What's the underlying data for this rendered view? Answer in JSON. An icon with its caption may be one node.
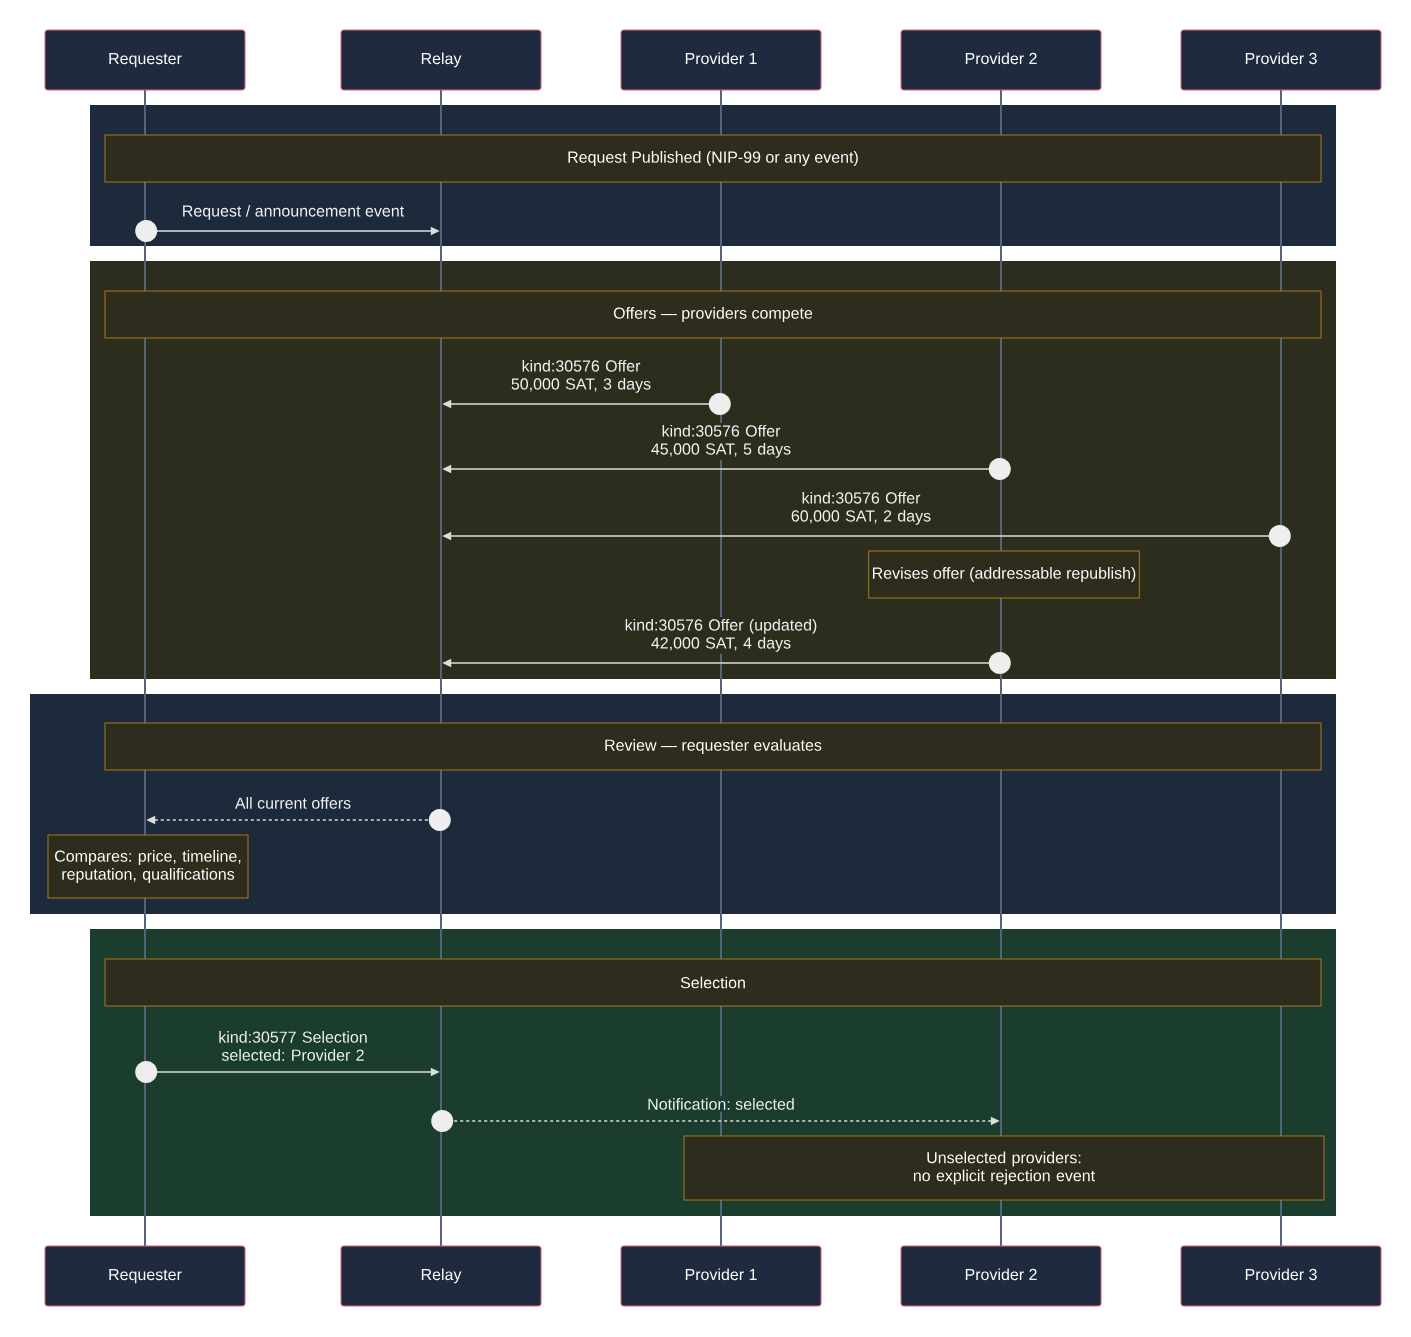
{
  "diagram": {
    "nodes": [
      {
        "text": [
          "Requester"
        ]
      },
      {
        "text": [
          "Relay"
        ]
      },
      {
        "text": [
          "Provider 1"
        ]
      },
      {
        "text": [
          "Provider 2"
        ]
      },
      {
        "text": [
          "Provider 3"
        ]
      },
      {
        "text": [],
        "shape": "bar"
      },
      {
        "text": [],
        "shape": "bar"
      },
      {
        "text": [],
        "shape": "bar"
      },
      {
        "text": [],
        "shape": "bar"
      },
      {
        "text": [],
        "shape": "bar"
      },
      {
        "text": [
          "Request Published (NIP-99 or any event)"
        ]
      },
      {
        "text": [
          "Offers — providers compete"
        ]
      },
      {
        "text": [
          "Revises offer (addressable republish)"
        ]
      },
      {
        "text": [
          "Review — requester evaluates"
        ]
      },
      {
        "text": [
          "Compares: price, timeline, reputation, qualifications"
        ]
      },
      {
        "text": [
          "Selection"
        ]
      },
      {
        "text": [
          "Unselected providers: no explicit rejection event"
        ]
      },
      {
        "text": [
          "Requester"
        ]
      },
      {
        "text": [
          "Relay"
        ]
      },
      {
        "text": [
          "Provider 1"
        ]
      },
      {
        "text": [
          "Provider 2"
        ]
      },
      {
        "text": [
          "Provider 3"
        ]
      }
    ],
    "edges": [
      {
        "from": 5,
        "to": 6,
        "arrow": "to",
        "label": "Request / announcement event"
      },
      {
        "from": 7,
        "to": 6,
        "arrow": "to",
        "label": "kind:30576 Offer 50,000 SAT, 3 days"
      },
      {
        "from": 8,
        "to": 6,
        "arrow": "to",
        "label": "kind:30576 Offer 45,000 SAT, 5 days"
      },
      {
        "from": 9,
        "to": 6,
        "arrow": "to",
        "label": "kind:30576 Offer 60,000 SAT, 2 days"
      },
      {
        "from": 8,
        "to": 6,
        "arrow": "to",
        "label": "kind:30576 Offer (updated) 42,000 SAT, 4 days"
      },
      {
        "from": 6,
        "to": 5,
        "arrow": "to",
        "label": "All current offers",
        "style": "dashed"
      },
      {
        "from": 5,
        "to": 6,
        "arrow": "to",
        "label": "kind:30577 Selection selected: Provider 2"
      },
      {
        "from": 6,
        "to": 8,
        "arrow": "to",
        "label": "Notification: selected",
        "style": "dashed"
      }
    ]
  }
}
